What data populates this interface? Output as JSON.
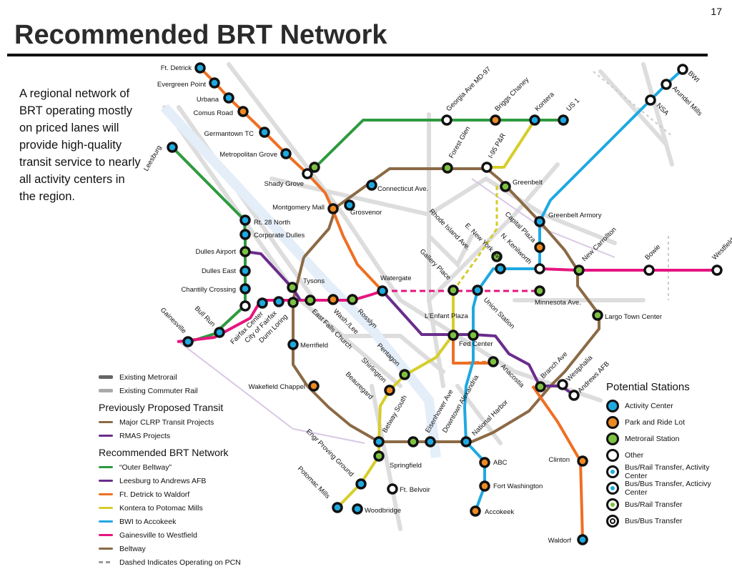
{
  "slide": {
    "page_number": "17",
    "title": "Recommended BRT Network",
    "intro": "A regional network of BRT operating mostly on priced lanes will provide high-quality transit service to nearly all activity centers in the region."
  },
  "colors": {
    "outer_beltway": "#2e9a3e",
    "leesburg_andrews": "#6a2d8c",
    "detrick_waldorf": "#ee6f23",
    "kontera_potomac": "#d6cd2a",
    "bwi_accokeek": "#1fa9e1",
    "gainesville_westfield": "#e6157f",
    "beltway": "#8b6a45",
    "metrorail": "#666666",
    "commuter_rail": "#aaaaaa",
    "activity_center": "#1fa9e1",
    "park_and_ride": "#ee8a23",
    "metrorail_station": "#7cc242"
  },
  "map": {
    "stations": [
      {
        "name": "Ft. Detrick"
      },
      {
        "name": "Evergreen Point"
      },
      {
        "name": "Urbana"
      },
      {
        "name": "Comus Road"
      },
      {
        "name": "Germantown TC"
      },
      {
        "name": "Metropolitan Grove"
      },
      {
        "name": "Shady Grove"
      },
      {
        "name": "Montgomery Mall"
      },
      {
        "name": "Grosvenor"
      },
      {
        "name": "Connecticut Ave."
      },
      {
        "name": "Leesburg"
      },
      {
        "name": "Rt. 28 North"
      },
      {
        "name": "Corporate Dulles"
      },
      {
        "name": "Dulles Airport"
      },
      {
        "name": "Dulles East"
      },
      {
        "name": "Chantilly Crossing"
      },
      {
        "name": "Tysons"
      },
      {
        "name": "Watergate"
      },
      {
        "name": "Gainesville"
      },
      {
        "name": "Bull Run"
      },
      {
        "name": "Fairfax Center"
      },
      {
        "name": "City of Fairfax"
      },
      {
        "name": "Dunn Loring"
      },
      {
        "name": "East Falls Church"
      },
      {
        "name": "Wash./Lee"
      },
      {
        "name": "Rosslyn"
      },
      {
        "name": "Merrifield"
      },
      {
        "name": "Pentagon"
      },
      {
        "name": "Shirlington"
      },
      {
        "name": "Beauregard"
      },
      {
        "name": "Wakefield Chappel"
      },
      {
        "name": "Betway South"
      },
      {
        "name": "Eisenhower Ave"
      },
      {
        "name": "Downtown Alexandria"
      },
      {
        "name": "National Harbor"
      },
      {
        "name": "Springfield"
      },
      {
        "name": "Engr Proving Ground"
      },
      {
        "name": "Potomac Mills"
      },
      {
        "name": "Woodbridge"
      },
      {
        "name": "Ft. Belvoir"
      },
      {
        "name": "ABC"
      },
      {
        "name": "Fort Washington"
      },
      {
        "name": "Accokeek"
      },
      {
        "name": "Clinton"
      },
      {
        "name": "Waldorf"
      },
      {
        "name": "Georgia Ave MD-97"
      },
      {
        "name": "Briggs Chaney"
      },
      {
        "name": "Kontera"
      },
      {
        "name": "US 1"
      },
      {
        "name": "Forest Glen"
      },
      {
        "name": "I-95 P&R"
      },
      {
        "name": "Greenbelt"
      },
      {
        "name": "BWI"
      },
      {
        "name": "Arundel Mills"
      },
      {
        "name": "NSA"
      },
      {
        "name": "Greenbelt Armory"
      },
      {
        "name": "Rhode Island Ave."
      },
      {
        "name": "E. New York Ave"
      },
      {
        "name": "N. Kenilworth"
      },
      {
        "name": "Capital Plaza"
      },
      {
        "name": "Gallery Place"
      },
      {
        "name": "Union Station"
      },
      {
        "name": "L’Enfant Plaza"
      },
      {
        "name": "Fed Center"
      },
      {
        "name": "Anacostia"
      },
      {
        "name": "Minnesota Ave."
      },
      {
        "name": "New Carrollton"
      },
      {
        "name": "Bowie"
      },
      {
        "name": "Westfield"
      },
      {
        "name": "Largo Town Center"
      },
      {
        "name": "Branch Ave"
      },
      {
        "name": "Westphalia"
      },
      {
        "name": "Andrews AFB"
      }
    ]
  },
  "legend": {
    "existing": [
      {
        "label": "Existing Metrorail",
        "color": "#666666"
      },
      {
        "label": "Existing Commuter Rail",
        "color": "#aaaaaa"
      }
    ],
    "previously_proposed_heading": "Previously Proposed Transit",
    "previously_proposed": [
      {
        "label": "Major CLRP Transit Projects",
        "color": "#8b6a45"
      },
      {
        "label": "RMAS Projects",
        "color": "#6a2d8c"
      }
    ],
    "recommended_heading": "Recommended BRT Network",
    "recommended": [
      {
        "label": "“Outer Beltway”",
        "color": "#2e9a3e"
      },
      {
        "label": "Leesburg to Andrews AFB",
        "color": "#6a2d8c"
      },
      {
        "label": "Ft. Detrick to Waldorf",
        "color": "#ee6f23"
      },
      {
        "label": "Kontera to Potomac Mills",
        "color": "#d6cd2a"
      },
      {
        "label": "BWI to Accokeek",
        "color": "#1fa9e1"
      },
      {
        "label": "Gainesville to Westfield",
        "color": "#e6157f"
      },
      {
        "label": "Beltway",
        "color": "#8b6a45"
      }
    ],
    "dashed_note": "Dashed Indicates Operating on PCN"
  },
  "potential_stations": {
    "heading": "Potential Stations",
    "items": [
      {
        "label": "Activity Center",
        "fill": "#1fa9e1",
        "inner": ""
      },
      {
        "label": "Park and Ride Lot",
        "fill": "#ee8a23",
        "inner": ""
      },
      {
        "label": "Metrorail Station",
        "fill": "#7cc242",
        "inner": ""
      },
      {
        "label": "Other",
        "fill": "#ffffff",
        "inner": ""
      },
      {
        "label": "Bus/Rail Transfer, Activity Center",
        "fill": "#7cc242",
        "inner": "#1fa9e1"
      },
      {
        "label": "Bus/Bus Transfer, Acticivy Center",
        "fill": "#1fa9e1",
        "inner": "#1fa9e1"
      },
      {
        "label": "Bus/Rail Transfer",
        "fill": "#7cc242",
        "inner": "#7cc242"
      },
      {
        "label": "Bus/Bus Transfer",
        "fill": "#ffffff",
        "inner": "#ffffff"
      }
    ]
  }
}
